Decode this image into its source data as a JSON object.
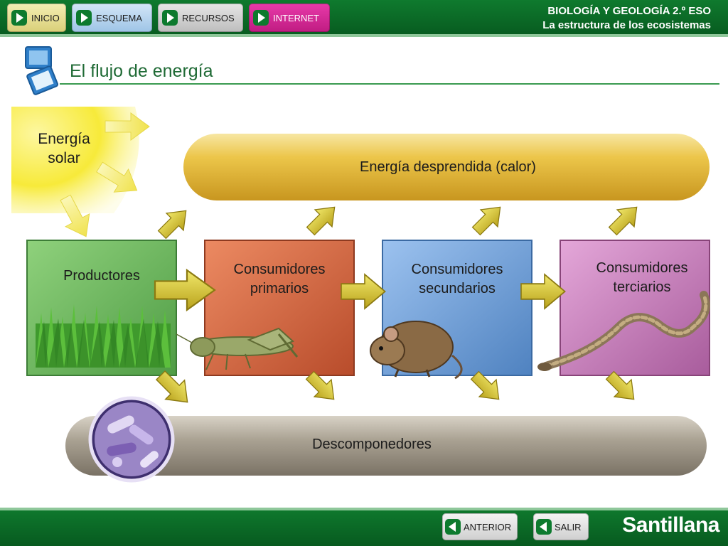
{
  "nav": {
    "inicio": "INICIO",
    "esquema": "ESQUEMA",
    "recursos": "RECURSOS",
    "internet": "INTERNET"
  },
  "header": {
    "course_line1": "BIOLOGÍA Y GEOLOGÍA 2.º ESO",
    "course_line2": "La estructura de los ecosistemas"
  },
  "page": {
    "title": "El flujo de energía"
  },
  "diagram": {
    "sun_label_line1": "Energía",
    "sun_label_line2": "solar",
    "heat_label": "Energía desprendida (calor)",
    "levels": [
      {
        "line1": "Productores",
        "line2": "",
        "color": "#6dbb5e",
        "organism": "grass-image"
      },
      {
        "line1": "Consumidores",
        "line2": "primarios",
        "color": "#d4643f",
        "organism": "grasshopper-image"
      },
      {
        "line1": "Consumidores",
        "line2": "secundarios",
        "color": "#6f9fd5",
        "organism": "mouse-image"
      },
      {
        "line1": "Consumidores",
        "line2": "terciarios",
        "color": "#c77bb9",
        "organism": "snake-image"
      }
    ],
    "decomposers_label": "Descomponedores",
    "colors": {
      "sun": "#f6e83a",
      "heat_bar": "#e2b832",
      "arrow": "#d9cc2c",
      "decomposers_bar": "#a59e90",
      "title_green": "#1f6a35"
    }
  },
  "footer": {
    "anterior": "ANTERIOR",
    "salir": "SALIR",
    "brand": "Santillana"
  }
}
